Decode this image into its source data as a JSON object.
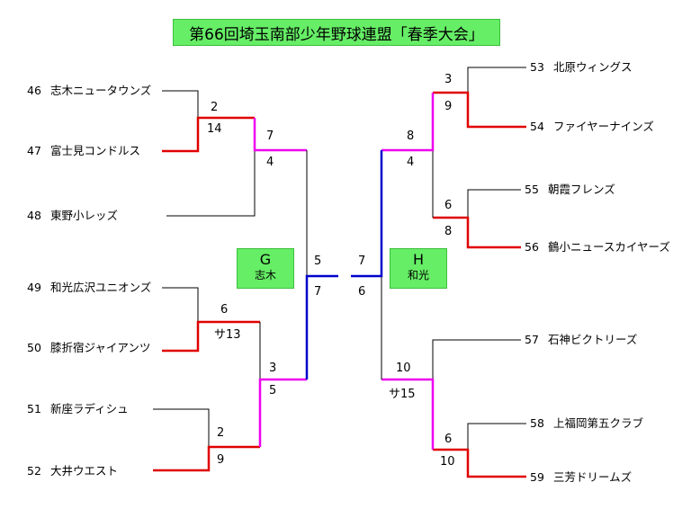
{
  "title": "第66回埼玉南部少年野球連盟「春季大会」",
  "colors": {
    "line": "#000000",
    "winner_first": "#e00000",
    "winner_second": "#ee00ee",
    "winner_semi": "#0000cc",
    "box_fill": "#66ee66"
  },
  "groups": [
    {
      "letter": "G",
      "venue": "志木"
    },
    {
      "letter": "H",
      "venue": "和光"
    }
  ],
  "left_teams": [
    {
      "num": "46",
      "name": "志木ニュータウンズ"
    },
    {
      "num": "47",
      "name": "富士見コンドルス"
    },
    {
      "num": "48",
      "name": "東野小レッズ"
    },
    {
      "num": "49",
      "name": "和光広沢ユニオンズ"
    },
    {
      "num": "50",
      "name": "膝折宿ジャイアンツ"
    },
    {
      "num": "51",
      "name": "新座ラディシュ"
    },
    {
      "num": "52",
      "name": "大井ウエスト"
    }
  ],
  "right_teams": [
    {
      "num": "53",
      "name": "北原ウィングス"
    },
    {
      "num": "54",
      "name": "ファイヤーナインズ"
    },
    {
      "num": "55",
      "name": "朝霞フレンズ"
    },
    {
      "num": "56",
      "name": "鶴小ニュースカイヤーズ"
    },
    {
      "num": "57",
      "name": "石神ビクトリーズ"
    },
    {
      "num": "58",
      "name": "上福岡第五クラブ"
    },
    {
      "num": "59",
      "name": "三芳ドリームズ"
    }
  ],
  "scores": {
    "l_r1a_top": "2",
    "l_r1a_bot": "14",
    "l_r2a_top": "7",
    "l_r2a_bot": "4",
    "l_r1b_top": "6",
    "l_r1b_bot": "サ13",
    "l_r1c_top": "2",
    "l_r1c_bot": "9",
    "l_r2b_top": "3",
    "l_r2b_bot": "5",
    "l_semi_top": "5",
    "l_semi_bot": "7",
    "r_r1a_top": "3",
    "r_r1a_bot": "9",
    "r_r1b_top": "6",
    "r_r1b_bot": "8",
    "r_r2a_top": "8",
    "r_r2a_bot": "4",
    "r_r1c_top": "6",
    "r_r1c_bot": "10",
    "r_r2b_top": "10",
    "r_r2b_bot": "サ15",
    "r_semi_top": "7",
    "r_semi_bot": "6"
  }
}
